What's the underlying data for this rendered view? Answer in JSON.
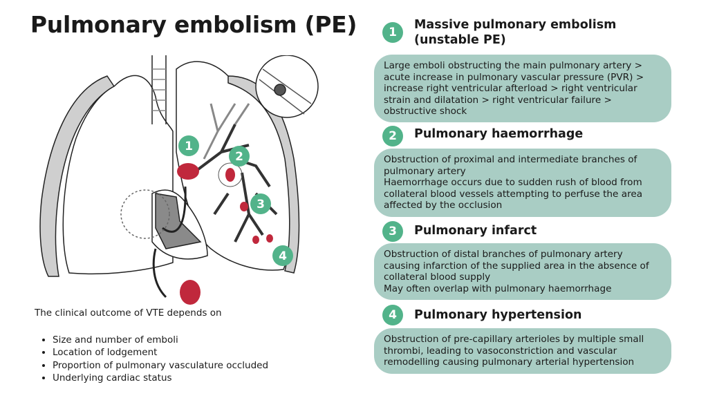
{
  "title": "Pulmonary embolism (PE)",
  "colors": {
    "accent": "#52b38a",
    "box": "#a9cdc4",
    "embolus": "#c0283c"
  },
  "diagram_markers": [
    "1",
    "2",
    "3",
    "4"
  ],
  "intro": "The clinical outcome of VTE depends on",
  "bullets": [
    "Size and number of emboli",
    "Location of lodgement",
    "Proportion of pulmonary vasculature occluded",
    "Underlying cardiac status"
  ],
  "sections": [
    {
      "num": "1",
      "heading": "Massive pulmonary embolism\n(unstable PE)",
      "text": "Large emboli obstructing the main pulmonary artery >\nacute increase in pulmonary vascular pressure (PVR) >\nincrease right ventricular afterload > right ventricular\nstrain and dilatation > right ventricular failure >\nobstructive shock"
    },
    {
      "num": "2",
      "heading": "Pulmonary haemorrhage",
      "text": "Obstruction of proximal and intermediate branches  of\npulmonary artery\nHaemorrhage occurs due to sudden rush of blood from\ncollateral blood vessels attempting to perfuse the area\naffected by the occlusion"
    },
    {
      "num": "3",
      "heading": "Pulmonary infarct",
      "text": "Obstruction of distal branches of pulmonary artery\ncausing infarction of the supplied area in the absence of\ncollateral blood supply\nMay often overlap with pulmonary haemorrhage"
    },
    {
      "num": "4",
      "heading": "Pulmonary hypertension",
      "text": "Obstruction of pre-capillary arterioles by multiple small\nthrombi, leading to vasoconstriction and vascular\nremodelling causing pulmonary arterial hypertension"
    }
  ]
}
